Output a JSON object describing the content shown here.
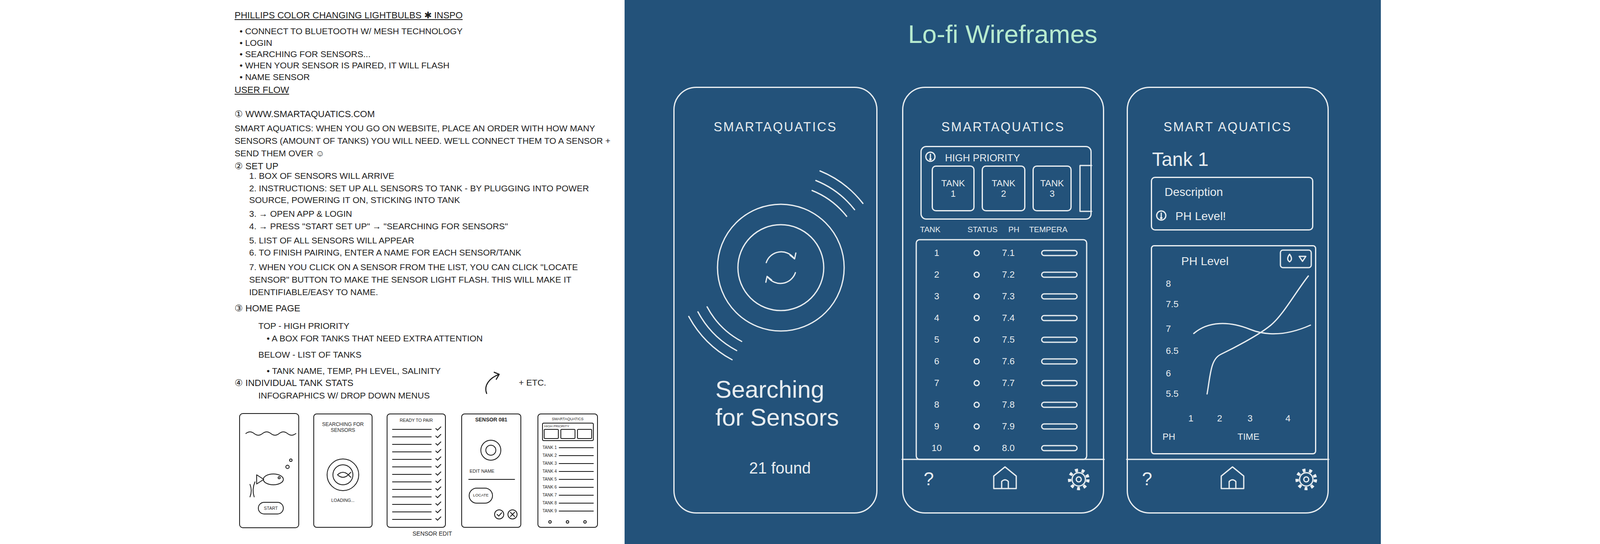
{
  "diagram": {
    "title": "Lo-fi Wireframes",
    "nodes": [
      {
        "text": [
          "START"
        ]
      },
      {
        "text": [
          "SEARCHING FOR SENSORS",
          "LOADING..."
        ]
      },
      {
        "text": [
          "READY TO PAIR"
        ]
      },
      {
        "text": [
          "SENSOR 081",
          "EDIT NAME"
        ]
      },
      {
        "text": [
          "LOCATE"
        ],
        "in": 3
      },
      {
        "text": [
          "SMARTAQUATICS"
        ]
      },
      {
        "text": [
          "SMARTAQUATICS",
          "Searching for Sensors",
          "21 found"
        ]
      },
      {
        "text": [
          "SMARTAQUATICS"
        ]
      },
      {
        "text": [
          "HIGH PRIORITY"
        ],
        "in": 7
      },
      {
        "text": [
          "TANK 1"
        ],
        "in": 8
      },
      {
        "text": [
          "TANK 2"
        ],
        "in": 8
      },
      {
        "text": [
          "TANK 3"
        ],
        "in": 8
      },
      {
        "text": [
          "SMART AQUATICS",
          "Tank 1"
        ]
      },
      {
        "text": [
          "Description",
          "PH Level!"
        ],
        "in": 12
      },
      {
        "text": [
          "PH Level"
        ],
        "in": 12
      }
    ],
    "labels": [
      "PHILLIPS COLOR CHANGING LIGHTBULBS ✱ INSPO",
      "• CONNECT TO BLUETOOTH W/ MESH TECHNOLOGY",
      "• LOGIN",
      "• SEARCHING FOR SENSORS...",
      "• WHEN YOUR SENSOR IS PAIRED, IT WILL FLASH",
      "• NAME SENSOR",
      "USER FLOW",
      "① WWW.SMARTAQUATICS.COM",
      "SMART AQUATICS: WHEN YOU GO ON WEBSITE, PLACE AN ORDER WITH HOW MANY SENSORS (AMOUNT OF TANKS) YOU WILL NEED. WE'LL CONNECT THEM TO A SENSOR + SEND THEM OVER ☺",
      "② SET UP",
      "1. BOX OF SENSORS WILL ARRIVE",
      "2. INSTRUCTIONS: SET UP ALL SENSORS TO TANK - BY PLUGGING INTO POWER SOURCE, POWERING IT ON, STICKING INTO TANK",
      "3. → OPEN APP & LOGIN",
      "4. → PRESS \"START SET UP\" → \"SEARCHING FOR SENSORS\"",
      "5. LIST OF ALL SENSORS WILL APPEAR",
      "6. TO FINISH PAIRING, ENTER A NAME FOR EACH SENSOR/TANK",
      "7. WHEN YOU CLICK ON A SENSOR FROM THE LIST, YOU CAN CLICK \"LOCATE SENSOR\" BUTTON TO MAKE THE SENSOR LIGHT FLASH. THIS WILL MAKE IT IDENTIFIABLE/EASY TO NAME.",
      "③ HOME PAGE",
      "TOP - HIGH PRIORITY",
      "• A BOX FOR TANKS THAT NEED EXTRA ATTENTION",
      "BELOW - LIST OF TANKS",
      "• TANK NAME, TEMP, PH LEVEL, SALINITY",
      "+ ETC.",
      "④ INDIVIDUAL TANK STATS",
      "INFOGRAPHICS W/ DROP DOWN MENUS",
      "SENSOR EDIT",
      "HIGH PRIORITY",
      "TANK 1",
      "TANK 2",
      "TANK 3",
      "TANK 4",
      "TANK 5",
      "TANK 6",
      "TANK 7",
      "TANK 8",
      "TANK 9",
      "TANK",
      "STATUS",
      "PH",
      "TEMPERA",
      "1",
      "7.1",
      "2",
      "7.2",
      "3",
      "7.3",
      "4",
      "7.4",
      "5",
      "7.5",
      "6",
      "7.6",
      "7",
      "7.7",
      "8",
      "7.8",
      "9",
      "7.9",
      "10",
      "8.0",
      "?",
      "?",
      "8",
      "7.5",
      "7",
      "6.5",
      "6",
      "5.5",
      "1",
      "2",
      "3",
      "4",
      "PH",
      "TIME"
    ]
  }
}
